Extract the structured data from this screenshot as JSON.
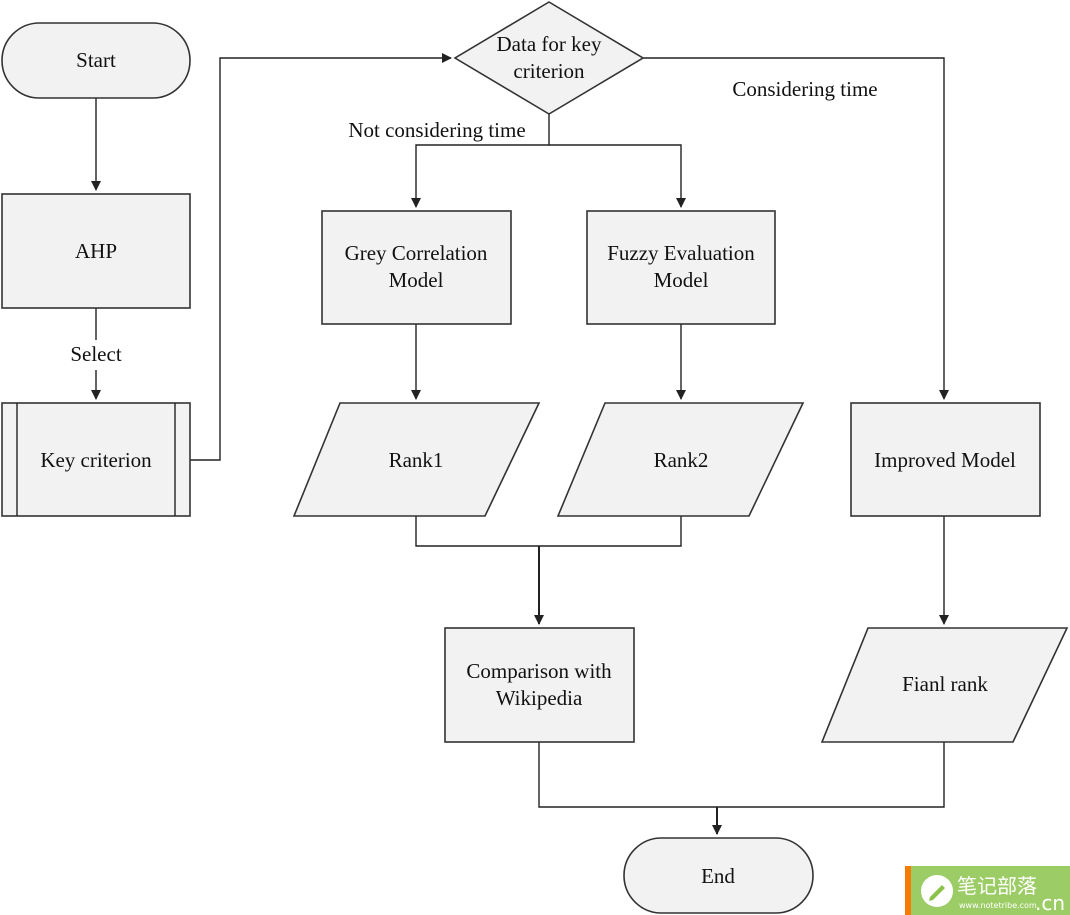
{
  "nodes": {
    "start": "Start",
    "ahp": "AHP",
    "select_label": "Select",
    "key_criterion": "Key criterion",
    "decision_line1": "Data for key",
    "decision_line2": "criterion",
    "not_considering_time": "Not considering time",
    "considering_time": "Considering time",
    "grey_line1": "Grey Correlation",
    "grey_line2": "Model",
    "fuzzy_line1": "Fuzzy Evaluation",
    "fuzzy_line2": "Model",
    "rank1": "Rank1",
    "rank2": "Rank2",
    "improved_model": "Improved Model",
    "comparison_line1": "Comparison with",
    "comparison_line2": "Wikipedia",
    "final_rank": "Fianl rank",
    "end": "End"
  },
  "watermark": {
    "brand": "笔记部落",
    "suffix": ".cn",
    "small_url": "www.notetribe.com",
    "colors": {
      "green": "#8bc34a",
      "orange": "#f57c00"
    }
  },
  "colors": {
    "node_fill": "#f2f2f2",
    "stroke": "#333333"
  }
}
